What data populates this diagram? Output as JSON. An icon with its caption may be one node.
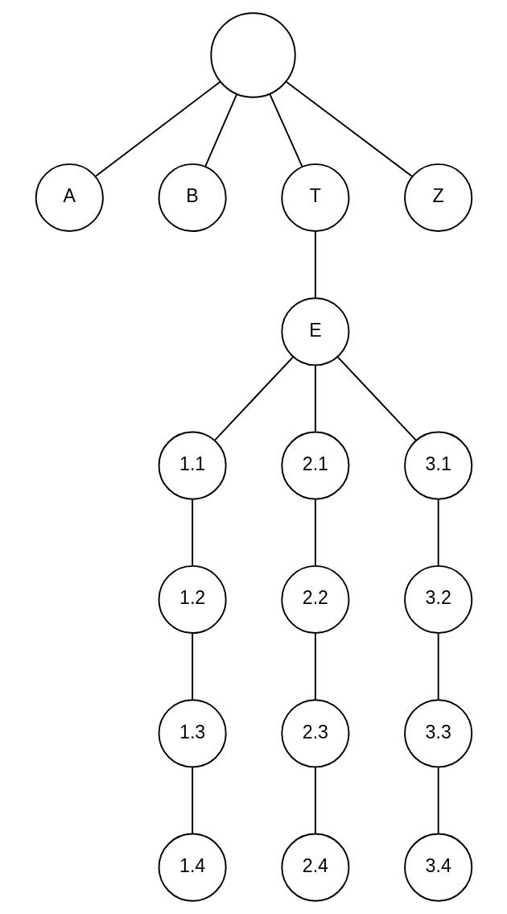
{
  "diagram": {
    "nodes": [
      {
        "text": [],
        "shape": "circle"
      },
      {
        "text": [
          "A"
        ]
      },
      {
        "text": [
          "B"
        ]
      },
      {
        "text": [
          "T"
        ]
      },
      {
        "text": [
          "Z"
        ]
      },
      {
        "text": [
          "E"
        ]
      },
      {
        "text": [
          "1.1"
        ]
      },
      {
        "text": [
          "2.1"
        ]
      },
      {
        "text": [
          "3.1"
        ]
      },
      {
        "text": [
          "1.2"
        ]
      },
      {
        "text": [
          "2.2"
        ]
      },
      {
        "text": [
          "3.2"
        ]
      },
      {
        "text": [
          "1.3"
        ]
      },
      {
        "text": [
          "2.3"
        ]
      },
      {
        "text": [
          "3.3"
        ]
      },
      {
        "text": [
          "1.4"
        ]
      },
      {
        "text": [
          "2.4"
        ]
      },
      {
        "text": [
          "3.4"
        ]
      }
    ],
    "edges": [
      {
        "from": 0,
        "to": 1,
        "arrow": "none"
      },
      {
        "from": 0,
        "to": 2,
        "arrow": "none"
      },
      {
        "from": 0,
        "to": 3,
        "arrow": "none"
      },
      {
        "from": 0,
        "to": 4,
        "arrow": "none"
      },
      {
        "from": 3,
        "to": 5,
        "arrow": "none"
      },
      {
        "from": 5,
        "to": 6,
        "arrow": "none"
      },
      {
        "from": 5,
        "to": 7,
        "arrow": "none"
      },
      {
        "from": 5,
        "to": 8,
        "arrow": "none"
      },
      {
        "from": 6,
        "to": 9,
        "arrow": "none"
      },
      {
        "from": 7,
        "to": 10,
        "arrow": "none"
      },
      {
        "from": 8,
        "to": 11,
        "arrow": "none"
      },
      {
        "from": 9,
        "to": 12,
        "arrow": "none"
      },
      {
        "from": 10,
        "to": 13,
        "arrow": "none"
      },
      {
        "from": 11,
        "to": 14,
        "arrow": "none"
      },
      {
        "from": 12,
        "to": 15,
        "arrow": "none"
      },
      {
        "from": 13,
        "to": 16,
        "arrow": "none"
      },
      {
        "from": 14,
        "to": 17,
        "arrow": "none"
      }
    ]
  }
}
